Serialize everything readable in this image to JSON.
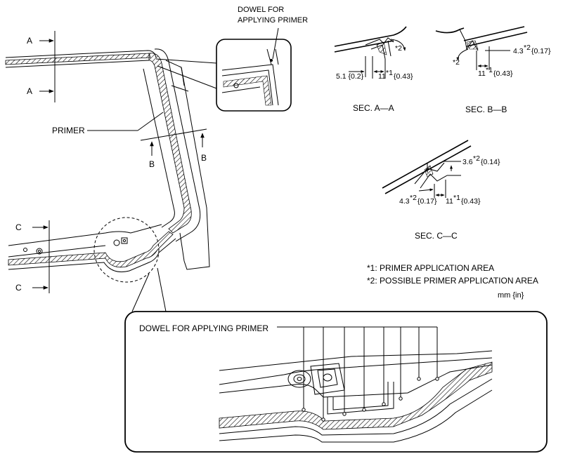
{
  "labels": {
    "dowel_top_line1": "DOWEL FOR",
    "dowel_top_line2": "APPLYING PRIMER",
    "primer": "PRIMER",
    "dowel_bottom": "DOWEL FOR APPLYING PRIMER",
    "sec_a_a": "SEC. A—A",
    "sec_b_b": "SEC. B—B",
    "sec_c_c": "SEC. C—C",
    "cut_a": "A",
    "cut_b": "B",
    "cut_c": "C"
  },
  "dimensions": {
    "a_gap": "5.1 {0.2}",
    "a_width": "11",
    "a_width_sup": "*1",
    "a_width_in": "{0.43}",
    "a_angle_sup": "*2",
    "b_offset": "4.3",
    "b_offset_sup": "*2",
    "b_offset_in": "{0.17}",
    "b_width": "11",
    "b_width_sup": "*1",
    "b_width_in": "{0.43}",
    "b_angle_sup": "*2",
    "c_offset_top": "3.6",
    "c_offset_top_sup": "*2",
    "c_offset_top_in": "{0.14}",
    "c_offset_bottom": "4.3",
    "c_offset_bottom_sup": "*2",
    "c_offset_bottom_in": "{0.17}",
    "c_width": "11",
    "c_width_sup": "*1",
    "c_width_in": "{0.43}"
  },
  "legend": {
    "note1": "*1:  PRIMER APPLICATION AREA",
    "note2": "*2:  POSSIBLE PRIMER APPLICATION AREA",
    "units": "mm {in}"
  }
}
